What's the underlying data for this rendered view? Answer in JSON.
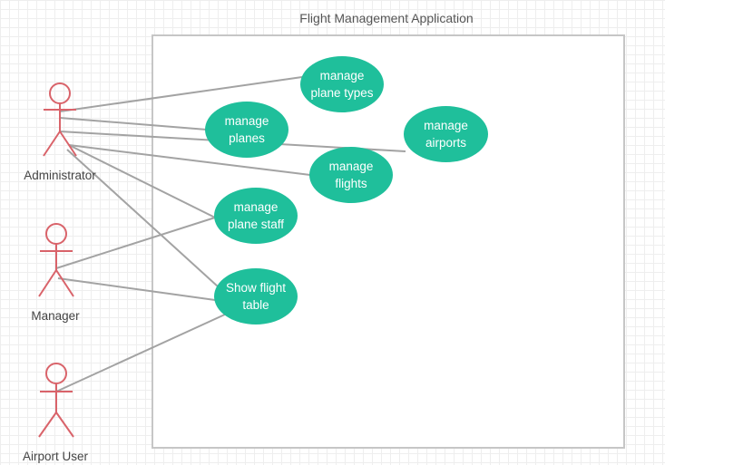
{
  "system": {
    "title": "Flight Management Application"
  },
  "colors": {
    "usecase_fill": "#1fbf9b",
    "actor_stroke": "#d9636a",
    "association": "#a3a3a3",
    "boundary": "#c6c6c6"
  },
  "actors": {
    "administrator": {
      "label": "Administrator"
    },
    "manager": {
      "label": "Manager"
    },
    "airport_user": {
      "label": "Airport User"
    }
  },
  "usecases": {
    "plane_types": {
      "line1": "manage",
      "line2": "plane types"
    },
    "planes": {
      "line1": "manage",
      "line2": "planes"
    },
    "airports": {
      "line1": "manage",
      "line2": "airports"
    },
    "flights": {
      "line1": "manage",
      "line2": "flights"
    },
    "plane_staff": {
      "line1": "manage",
      "line2": "plane staff"
    },
    "flight_table": {
      "line1": "Show flight",
      "line2": "table"
    }
  },
  "associations": [
    {
      "actor": "Administrator",
      "usecase": "manage plane types"
    },
    {
      "actor": "Administrator",
      "usecase": "manage planes"
    },
    {
      "actor": "Administrator",
      "usecase": "manage airports"
    },
    {
      "actor": "Administrator",
      "usecase": "manage flights"
    },
    {
      "actor": "Administrator",
      "usecase": "manage plane staff"
    },
    {
      "actor": "Administrator",
      "usecase": "Show flight table"
    },
    {
      "actor": "Manager",
      "usecase": "manage plane staff"
    },
    {
      "actor": "Manager",
      "usecase": "Show flight table"
    },
    {
      "actor": "Airport User",
      "usecase": "Show flight table"
    }
  ]
}
